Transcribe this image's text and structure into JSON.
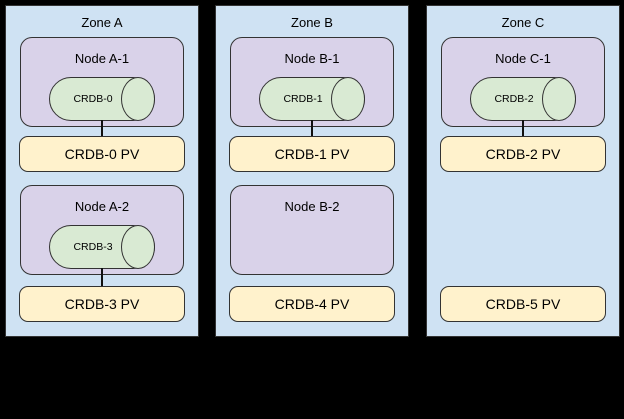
{
  "diagram": {
    "description": "CockroachDB cluster topology across availability zones with nodes, CRDB pods and persistent volumes",
    "background": "#000000"
  },
  "colors": {
    "zone_fill": "#cfe2f3",
    "node_fill": "#d9d2e9",
    "pod_fill": "#d9ead3",
    "pv_fill": "#fff2cc",
    "border": "#333333",
    "connector": "#111111",
    "text": "#000000"
  },
  "zones": [
    {
      "label": "Zone A",
      "slots": [
        {
          "node": {
            "label": "Node A-1",
            "pod": "CRDB-0",
            "connected": true
          },
          "pv": {
            "label": "CRDB-0 PV"
          }
        },
        {
          "node": {
            "label": "Node A-2",
            "pod": "CRDB-3",
            "connected": true
          },
          "pv": {
            "label": "CRDB-3 PV"
          }
        }
      ]
    },
    {
      "label": "Zone B",
      "slots": [
        {
          "node": {
            "label": "Node B-1",
            "pod": "CRDB-1",
            "connected": true
          },
          "pv": {
            "label": "CRDB-1 PV"
          }
        },
        {
          "node": {
            "label": "Node B-2",
            "pod": null,
            "connected": false
          },
          "pv": {
            "label": "CRDB-4 PV"
          }
        }
      ]
    },
    {
      "label": "Zone C",
      "slots": [
        {
          "node": {
            "label": "Node C-1",
            "pod": "CRDB-2",
            "connected": true
          },
          "pv": {
            "label": "CRDB-2 PV"
          }
        },
        {
          "node": null,
          "pv": {
            "label": "CRDB-5 PV"
          }
        }
      ]
    }
  ]
}
